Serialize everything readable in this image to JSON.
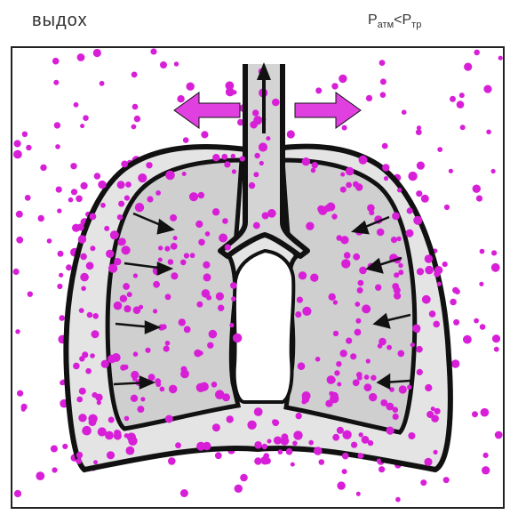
{
  "header": {
    "phase_label": "выдох",
    "pressure_p1": "P",
    "pressure_p1_sub": "атм",
    "relation": "<",
    "pressure_p2": "P",
    "pressure_p2_sub": "тр"
  },
  "colors": {
    "particle": "#d81fd8",
    "tissue": "#dcdcdc",
    "outline": "#111111",
    "arrow": "#e040e0",
    "background": "#ffffff"
  },
  "icons": {
    "left_arrow": "airflow-out-left-arrow-icon",
    "right_arrow": "airflow-out-right-arrow-icon",
    "up_arrow": "airflow-up-arrow-icon",
    "compression_arrows": "lung-compression-arrow-icon"
  }
}
